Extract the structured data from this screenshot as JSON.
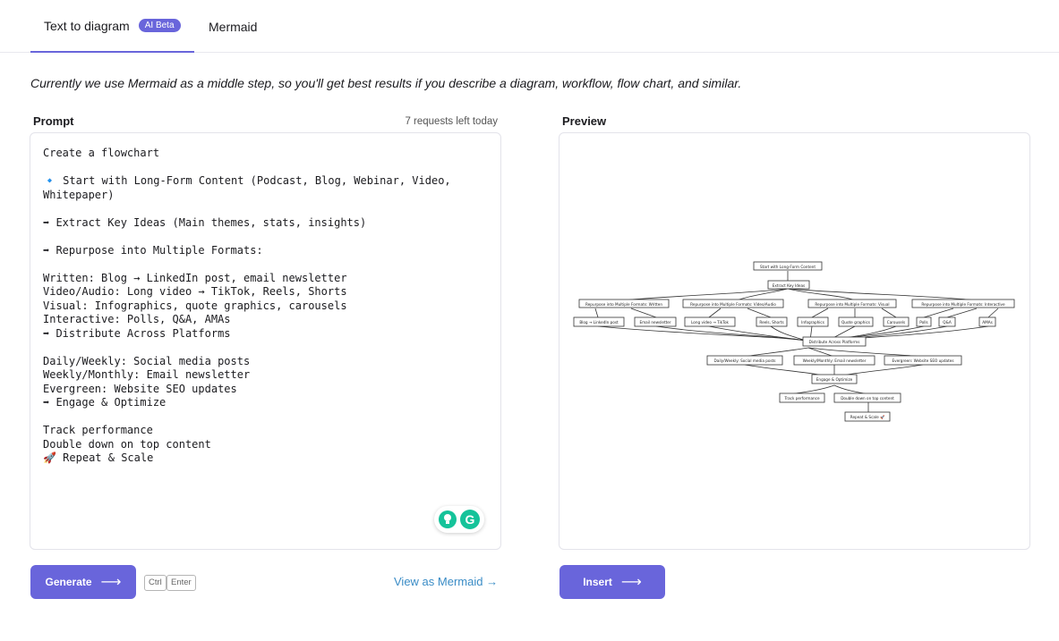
{
  "tabs": [
    {
      "label": "Text to diagram",
      "badge": "AI Beta"
    },
    {
      "label": "Mermaid"
    }
  ],
  "subtitle": "Currently we use Mermaid as a middle step, so you'll get best results if you describe a diagram, workflow, flow chart, and similar.",
  "prompt": {
    "label": "Prompt",
    "requests_left": "7 requests left today",
    "text": "Create a flowchart\n\n🔹 Start with Long-Form Content (Podcast, Blog, Webinar, Video, Whitepaper)\n\n➡ Extract Key Ideas (Main themes, stats, insights)\n\n➡ Repurpose into Multiple Formats:\n\nWritten: Blog → LinkedIn post, email newsletter\nVideo/Audio: Long video → TikTok, Reels, Shorts\nVisual: Infographics, quote graphics, carousels\nInteractive: Polls, Q&A, AMAs\n➡ Distribute Across Platforms\n\nDaily/Weekly: Social media posts\nWeekly/Monthly: Email newsletter\nEvergreen: Website SEO updates\n➡ Engage & Optimize\n\nTrack performance\nDouble down on top content\n🚀 Repeat & Scale"
  },
  "preview": {
    "label": "Preview",
    "nodes": {
      "start": "Start with Long-Form Content",
      "extract": "Extract Key Ideas",
      "rep_written": "Repurpose into Multiple Formats: Written",
      "rep_video": "Repurpose into Multiple Formats: Video/Audio",
      "rep_visual": "Repurpose into Multiple Formats: Visual",
      "rep_interactive": "Repurpose into Multiple Formats: Interactive",
      "blog_linkedin": "Blog → LinkedIn post",
      "email_newsletter": "Email newsletter",
      "long_video": "Long video → TikTok",
      "reels_shorts": "Reels, Shorts",
      "infographics": "Infographics",
      "quote_graphics": "Quote graphics",
      "carousels": "Carousels",
      "polls": "Polls",
      "qa": "Q&A",
      "amas": "AMAs",
      "distribute": "Distribute Across Platforms",
      "daily": "Daily/Weekly: Social media posts",
      "weekly": "Weekly/Monthly: Email newsletter",
      "evergreen": "Evergreen: Website SEO updates",
      "engage": "Engage & Optimize",
      "track": "Track performance",
      "double": "Double down on top content",
      "repeat": "Repeat & Scale 🚀"
    }
  },
  "actions": {
    "generate": "Generate",
    "ctrl": "Ctrl",
    "enter": "Enter",
    "view_mermaid": "View as Mermaid →",
    "insert": "Insert"
  },
  "colors": {
    "accent": "#6965db",
    "link": "#3a8cc6"
  }
}
